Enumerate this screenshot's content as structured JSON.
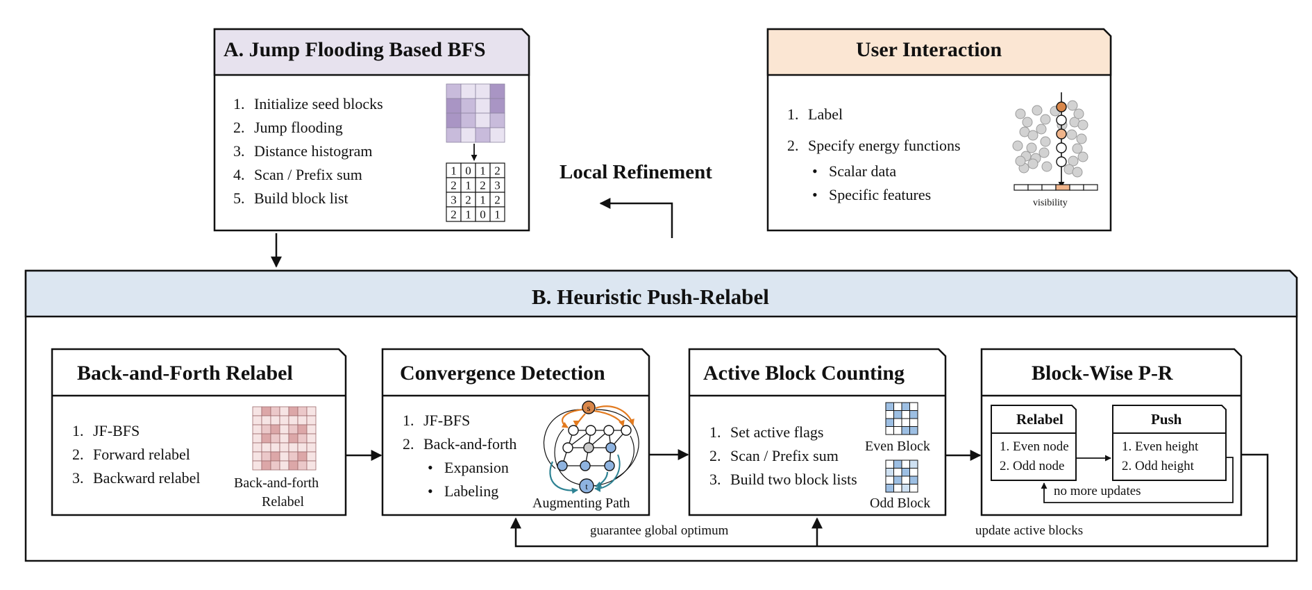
{
  "colors": {
    "header_A": "#e7e2ee",
    "header_user": "#fbe6d3",
    "header_B": "#dce6f1",
    "line": "#111111",
    "purple_dark": "#a995c4",
    "purple_mid": "#c8bbdb",
    "purple_light": "#e9e3f1",
    "red_dark": "#dca7a8",
    "red_mid": "#ebc8c9",
    "red_light": "#f6e4e4",
    "blue_cell": "#9dbfe3",
    "blue_light": "#cfe1f2",
    "orange_node": "#d9874a",
    "orange_arrow": "#e27a1f",
    "teal_arrow": "#2d8293",
    "node_gray": "#c9c9c9",
    "node_blue": "#8eb3e0",
    "vis_bar": "#f0b48a"
  },
  "panelA": {
    "title": "A. Jump Flooding Based BFS",
    "items": [
      {
        "num": "1.",
        "text": "Initialize seed blocks"
      },
      {
        "num": "2.",
        "text": "Jump flooding"
      },
      {
        "num": "3.",
        "text": "Distance histogram"
      },
      {
        "num": "4.",
        "text": "Scan / Prefix sum"
      },
      {
        "num": "5.",
        "text": "Build block list"
      }
    ],
    "grid_numbers": [
      "1",
      "0",
      "1",
      "2",
      "2",
      "1",
      "2",
      "3",
      "3",
      "2",
      "1",
      "2",
      "2",
      "1",
      "0",
      "1"
    ]
  },
  "user": {
    "title": "User Interaction",
    "items": [
      {
        "num": "1.",
        "text": "Label"
      },
      {
        "num": "2.",
        "text": "Specify energy functions"
      }
    ],
    "subitems": [
      "Scalar data",
      "Specific features"
    ],
    "bullet": "•",
    "vis_caption": "visibility"
  },
  "local_refinement": "Local Refinement",
  "panelB": {
    "title": "B. Heuristic Push-Relabel"
  },
  "bf": {
    "title": "Back-and-Forth Relabel",
    "items": [
      {
        "num": "1.",
        "text": "JF-BFS"
      },
      {
        "num": "2.",
        "text": "Forward relabel"
      },
      {
        "num": "3.",
        "text": "Backward relabel"
      }
    ],
    "caption1": "Back-and-forth",
    "caption2": "Relabel"
  },
  "cd": {
    "title": "Convergence Detection",
    "items": [
      {
        "num": "1.",
        "text": "JF-BFS"
      },
      {
        "num": "2.",
        "text": "Back-and-forth"
      }
    ],
    "subitems": [
      "Expansion",
      "Labeling"
    ],
    "bullet": "•",
    "caption": "Augmenting Path",
    "node_s": "s",
    "node_t": "t"
  },
  "abc": {
    "title": "Active Block Counting",
    "items": [
      {
        "num": "1.",
        "text": "Set active flags"
      },
      {
        "num": "2.",
        "text": "Scan / Prefix sum"
      },
      {
        "num": "3.",
        "text": "Build two block lists"
      }
    ],
    "even_label": "Even Block",
    "odd_label": "Odd Block"
  },
  "bw": {
    "title": "Block-Wise P-R",
    "relabel": {
      "title": "Relabel",
      "items": [
        {
          "num": "1.",
          "text": "Even node"
        },
        {
          "num": "2.",
          "text": "Odd node"
        }
      ]
    },
    "push": {
      "title": "Push",
      "items": [
        {
          "num": "1.",
          "text": "Even height"
        },
        {
          "num": "2.",
          "text": "Odd height"
        }
      ]
    },
    "loop_label": "no more updates"
  },
  "feedback": {
    "guarantee": "guarantee global optimum",
    "update": "update active blocks"
  }
}
